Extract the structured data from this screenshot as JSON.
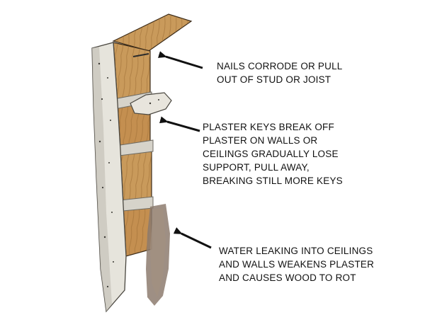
{
  "annotations": {
    "nails": {
      "lines": [
        "NAILS CORRODE OR PULL",
        "OUT OF STUD OR JOIST"
      ]
    },
    "plaster_keys": {
      "lines": [
        "PLASTER KEYS BREAK OFF",
        "PLASTER ON WALLS OR",
        "CEILINGS GRADUALLY LOSE",
        "SUPPORT, PULL AWAY,",
        "BREAKING STILL MORE KEYS"
      ]
    },
    "water": {
      "lines": [
        "WATER LEAKING INTO CEILINGS",
        "AND WALLS WEAKENS PLASTER",
        "AND CAUSES WOOD TO ROT"
      ]
    }
  },
  "colors": {
    "wood": "#c99a5b",
    "wood_dark": "#8a5f2c",
    "plaster": "#e6e4dc",
    "plaster_shadow": "#bdbab0",
    "stain": "#8d7b6e",
    "ink": "#111111"
  }
}
